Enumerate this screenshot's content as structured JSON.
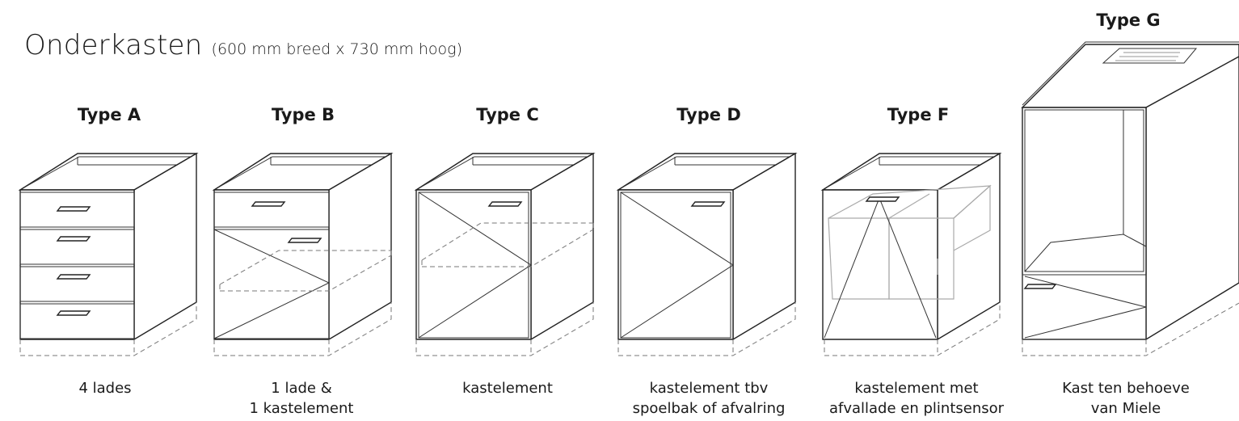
{
  "heading": {
    "title": "Onderkasten",
    "subtitle": "(600 mm breed x 730 mm hoog)"
  },
  "cabinets": [
    {
      "type_label": "Type A",
      "desc_lines": [
        "4 lades"
      ]
    },
    {
      "type_label": "Type B",
      "desc_lines": [
        "1 lade &",
        "1 kastelement"
      ]
    },
    {
      "type_label": "Type C",
      "desc_lines": [
        "kastelement"
      ]
    },
    {
      "type_label": "Type D",
      "desc_lines": [
        "kastelement tbv",
        "spoelbak of afvalring"
      ]
    },
    {
      "type_label": "Type F",
      "desc_lines": [
        "kastelement met",
        "afvallade en plintsensor"
      ]
    },
    {
      "type_label": "Type G",
      "desc_lines": [
        "Kast ten behoeve",
        "van Miele"
      ]
    }
  ]
}
